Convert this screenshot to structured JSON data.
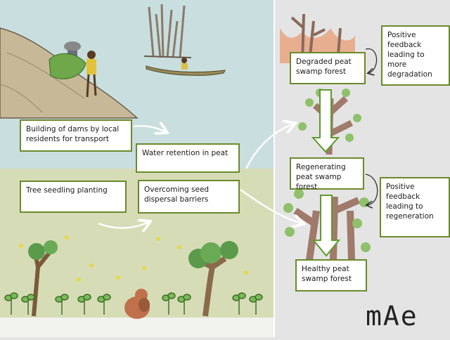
{
  "left_panel": {
    "boxes": {
      "dams": "Building of dams by local residents for transport",
      "water": "Water retention in peat",
      "tree": "Tree seedling planting",
      "seed": "Overcoming seed dispersal barriers"
    }
  },
  "right_panel": {
    "boxes": {
      "degraded": "Degraded peat swamp forest",
      "regen": "Regenerating peat swamp forest",
      "healthy": "Healthy peat swamp forest",
      "pos1": "Positive feedback leading to more degradation",
      "pos2": "Positive feedback leading to regeneration"
    }
  },
  "logo": "mAe",
  "colors": {
    "box_border": "#6a8a2a",
    "water": "#c9dede",
    "ground": "#d6dcb6",
    "right_bg": "#e4e4e4",
    "big_arrow": "#8fbf4a"
  }
}
